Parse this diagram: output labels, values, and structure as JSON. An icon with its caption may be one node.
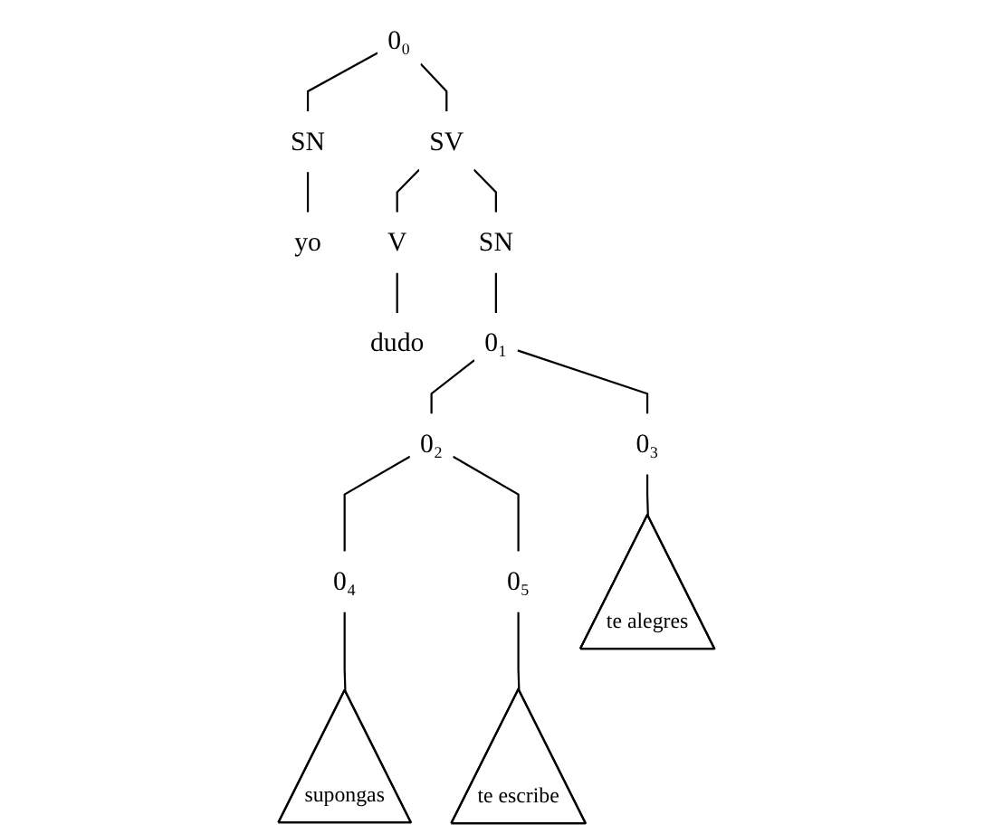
{
  "diagram": {
    "nodes": [
      {
        "text": [
          "0₀"
        ]
      },
      {
        "text": [
          "SN"
        ]
      },
      {
        "text": [
          "SV"
        ]
      },
      {
        "text": [
          "yo"
        ]
      },
      {
        "text": [
          "V"
        ]
      },
      {
        "text": [
          "SN"
        ]
      },
      {
        "text": [
          "dudo"
        ]
      },
      {
        "text": [
          "0₁"
        ]
      },
      {
        "text": [
          "0₂"
        ]
      },
      {
        "text": [
          "0₃"
        ]
      },
      {
        "text": [
          "0₄"
        ]
      },
      {
        "text": [
          "0₅"
        ]
      },
      {
        "text": [
          "te alegres"
        ]
      },
      {
        "text": [
          "supongas"
        ]
      },
      {
        "text": [
          "te escribe"
        ]
      }
    ],
    "edges": [
      {
        "from": 0,
        "to": 1,
        "arrow": "none"
      },
      {
        "from": 0,
        "to": 2,
        "arrow": "none"
      },
      {
        "from": 1,
        "to": 3,
        "arrow": "none"
      },
      {
        "from": 2,
        "to": 4,
        "arrow": "none"
      },
      {
        "from": 2,
        "to": 5,
        "arrow": "none"
      },
      {
        "from": 4,
        "to": 6,
        "arrow": "none"
      },
      {
        "from": 5,
        "to": 7,
        "arrow": "none"
      },
      {
        "from": 7,
        "to": 8,
        "arrow": "none"
      },
      {
        "from": 7,
        "to": 9,
        "arrow": "none"
      },
      {
        "from": 8,
        "to": 10,
        "arrow": "none"
      },
      {
        "from": 8,
        "to": 11,
        "arrow": "none"
      },
      {
        "from": 9,
        "to": 12,
        "arrow": "none"
      },
      {
        "from": 10,
        "to": 13,
        "arrow": "none"
      },
      {
        "from": 11,
        "to": 14,
        "arrow": "none"
      }
    ]
  }
}
